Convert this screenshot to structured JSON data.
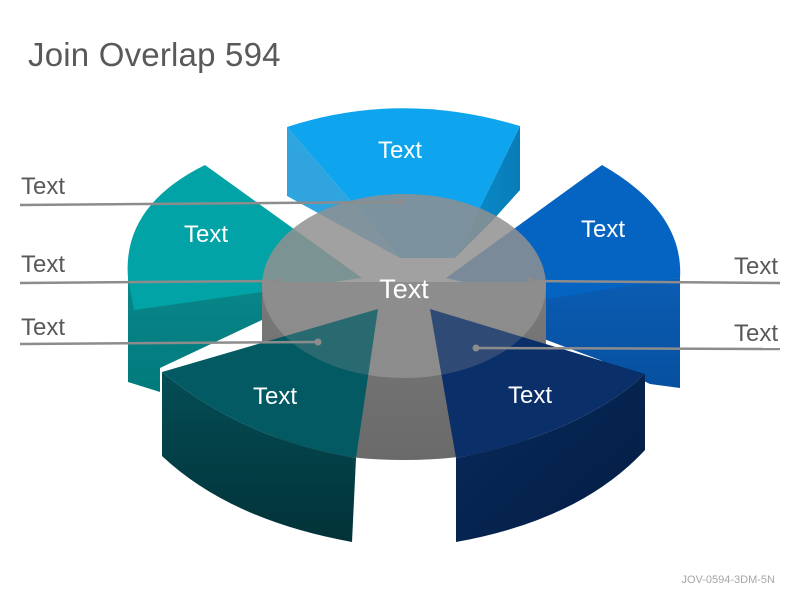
{
  "title": "Join Overlap 594",
  "footer_code": "JOV-0594-3DM-5N",
  "center": {
    "label": "Text"
  },
  "segments": [
    {
      "id": "top",
      "label": "Text",
      "color": "#0EA5EE"
    },
    {
      "id": "upper-right",
      "label": "Text",
      "color": "#0563C1"
    },
    {
      "id": "lower-right",
      "label": "Text",
      "color": "#0B3069"
    },
    {
      "id": "lower-left",
      "label": "Text",
      "color": "#035A63"
    },
    {
      "id": "upper-left",
      "label": "Text",
      "color": "#02A3A6"
    }
  ],
  "callouts": {
    "left": [
      "Text",
      "Text",
      "Text"
    ],
    "right": [
      "Text",
      "Text"
    ]
  }
}
